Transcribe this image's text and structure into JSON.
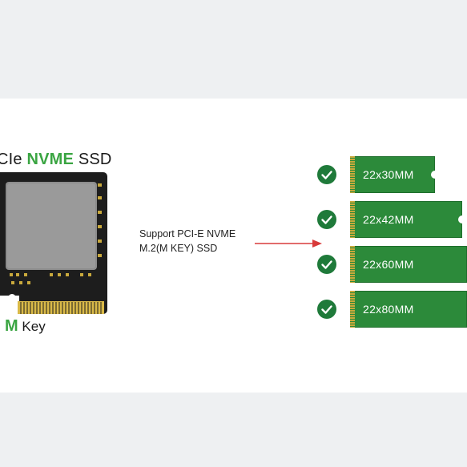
{
  "title": {
    "prefix": "CIe ",
    "accent": "NVME",
    "suffix": " SSD"
  },
  "key_label": {
    "accent": "M",
    "suffix": " Key"
  },
  "support_text": {
    "line1": "Support PCI-E NVME",
    "line2": "M.2(M KEY) SSD"
  },
  "sizes": [
    {
      "label": "22x30MM"
    },
    {
      "label": "22x42MM"
    },
    {
      "label": "22x60MM"
    },
    {
      "label": "22x80MM"
    }
  ],
  "colors": {
    "accent_green": "#3aa542",
    "stick_green": "#2c8a3a",
    "check_green": "#1f7a3a",
    "arrow_red": "#d83a3a"
  }
}
